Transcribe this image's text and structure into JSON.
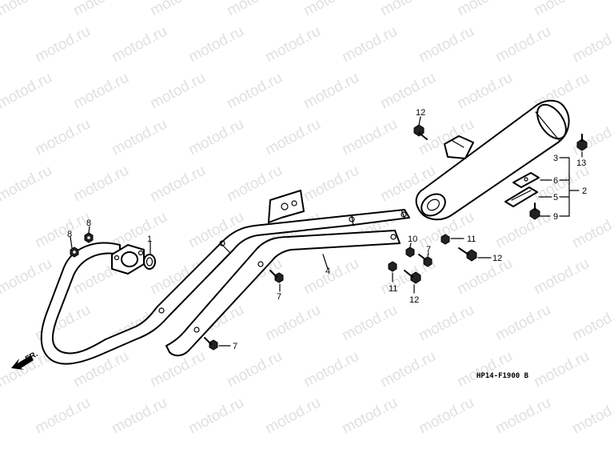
{
  "watermark": {
    "text": "motod.ru",
    "color": "#c8c8c8"
  },
  "direction": {
    "label": "FR."
  },
  "diagram_code": {
    "text": "HP14-F1900 B"
  },
  "callouts": [
    {
      "id": "c1",
      "label": "1"
    },
    {
      "id": "c8a",
      "label": "8"
    },
    {
      "id": "c8b",
      "label": "8"
    },
    {
      "id": "c12a",
      "label": "12"
    },
    {
      "id": "c3",
      "label": "3"
    },
    {
      "id": "c13",
      "label": "13"
    },
    {
      "id": "c6",
      "label": "6"
    },
    {
      "id": "c5",
      "label": "5"
    },
    {
      "id": "c2",
      "label": "2"
    },
    {
      "id": "c9",
      "label": "9"
    },
    {
      "id": "c10",
      "label": "10"
    },
    {
      "id": "c11a",
      "label": "11"
    },
    {
      "id": "c7a",
      "label": "7"
    },
    {
      "id": "c12b",
      "label": "12"
    },
    {
      "id": "c4",
      "label": "4"
    },
    {
      "id": "c11b",
      "label": "11"
    },
    {
      "id": "c12c",
      "label": "12"
    },
    {
      "id": "c7b",
      "label": "7"
    },
    {
      "id": "c7c",
      "label": "7"
    }
  ]
}
